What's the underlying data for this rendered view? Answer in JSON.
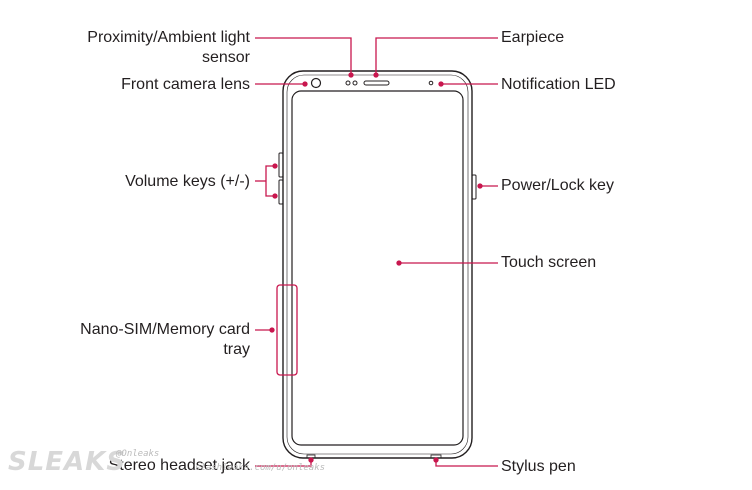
{
  "labels": {
    "proximity_line1": "Proximity/Ambient light",
    "proximity_line2": "sensor",
    "front_camera": "Front camera lens",
    "volume_keys": "Volume keys (+/-)",
    "nano_sim_line1": "Nano-SIM/Memory card",
    "nano_sim_line2": "tray",
    "stereo_headset": "Stereo headset jack",
    "earpiece": "Earpiece",
    "notification_led": "Notification LED",
    "power_lock": "Power/Lock key",
    "touch_screen": "Touch screen",
    "stylus_pen": "Stylus pen"
  },
  "watermark": {
    "brand": "SLEAKS",
    "handle": "@Onleaks",
    "site": "slashleaks.com/u/onleaks"
  },
  "colors": {
    "accent": "#c8174e",
    "outline": "#231f20",
    "text": "#231f20"
  }
}
